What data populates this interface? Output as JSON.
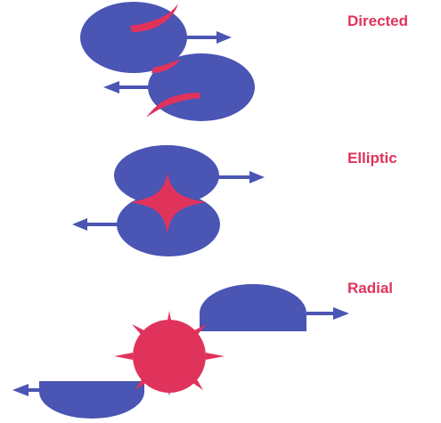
{
  "labels": {
    "directed": "Directed",
    "elliptic": "Elliptic",
    "radial": "Radial"
  },
  "colors": {
    "blob": "#4a55b4",
    "blob_stroke": "#3c469e",
    "arrow": "#4a55b4",
    "red": "#e0335c",
    "label": "#e0335c",
    "background": "#ffffff"
  },
  "icons": {
    "arrow_right": "arrow-right-icon",
    "arrow_left": "arrow-left-icon"
  }
}
